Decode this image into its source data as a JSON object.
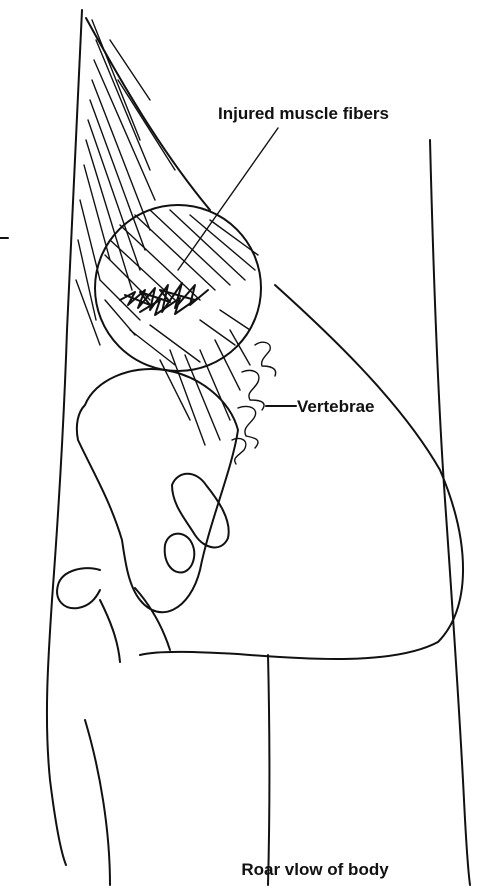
{
  "labels": {
    "injured_muscle_fibers": "Injured muscle fibers",
    "vertebrae": "Vertebrae",
    "caption": "Roar vlow of body"
  },
  "icons": {
    "muscle": "muscle-fibers-icon",
    "magnifier": "magnifier-circle-icon"
  },
  "colors": {
    "ink": "#111111",
    "background": "#ffffff"
  }
}
